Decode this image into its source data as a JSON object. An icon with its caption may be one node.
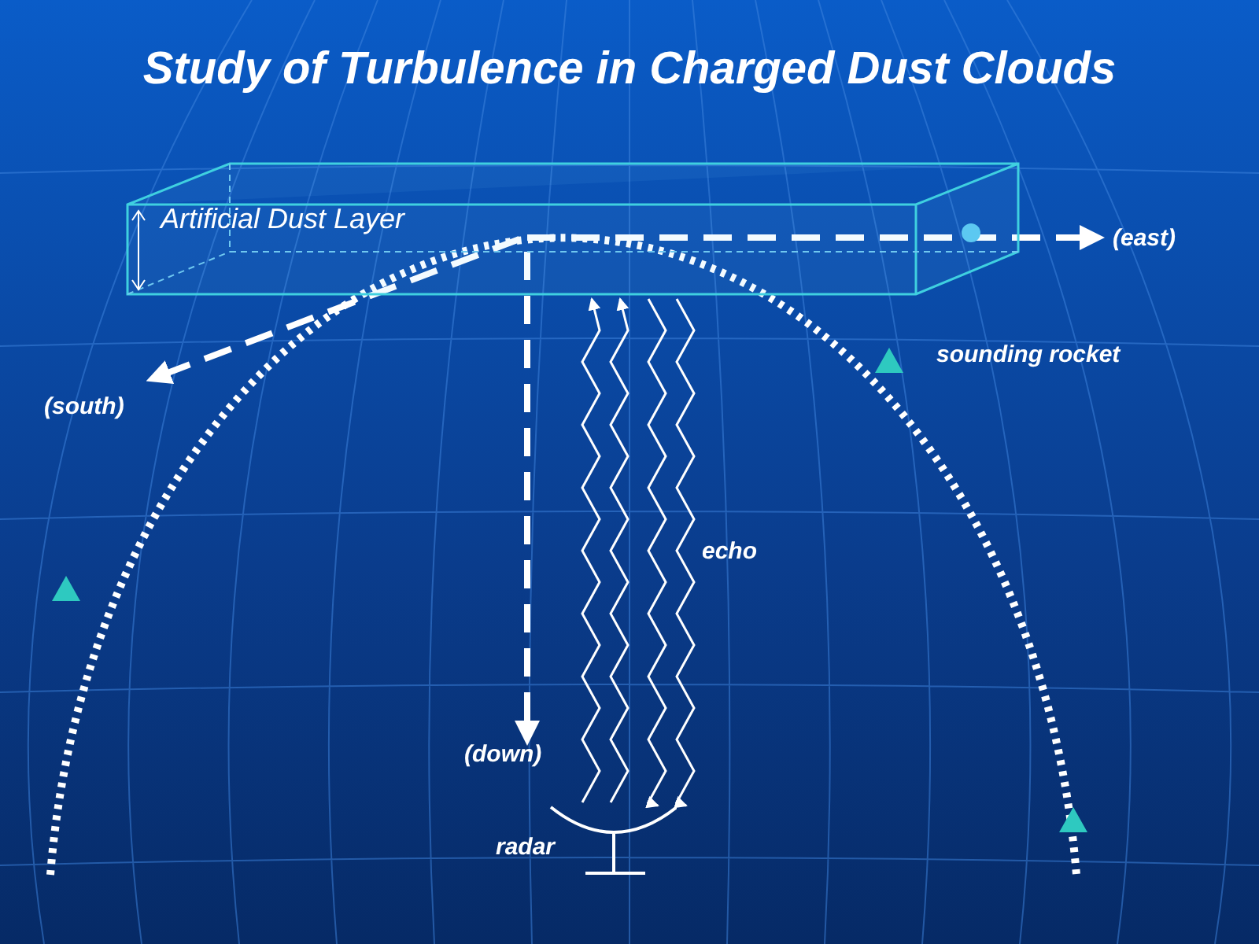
{
  "diagram": {
    "title": "Study of Turbulence in Charged Dust Clouds",
    "nodes": [
      {
        "text": [
          "Artificial Dust Layer"
        ]
      },
      {
        "text": [
          "radar"
        ]
      }
    ],
    "edges": [
      {
        "from": 1,
        "to": 0,
        "arrow": "to"
      },
      {
        "from": 1,
        "to": 0,
        "arrow": "to"
      },
      {
        "from": 0,
        "to": 1,
        "arrow": "to",
        "label": "echo"
      },
      {
        "from": 0,
        "to": 1,
        "arrow": "to"
      }
    ],
    "labels": [
      "(east)",
      "(south)",
      "sounding rocket",
      "(down)"
    ]
  }
}
